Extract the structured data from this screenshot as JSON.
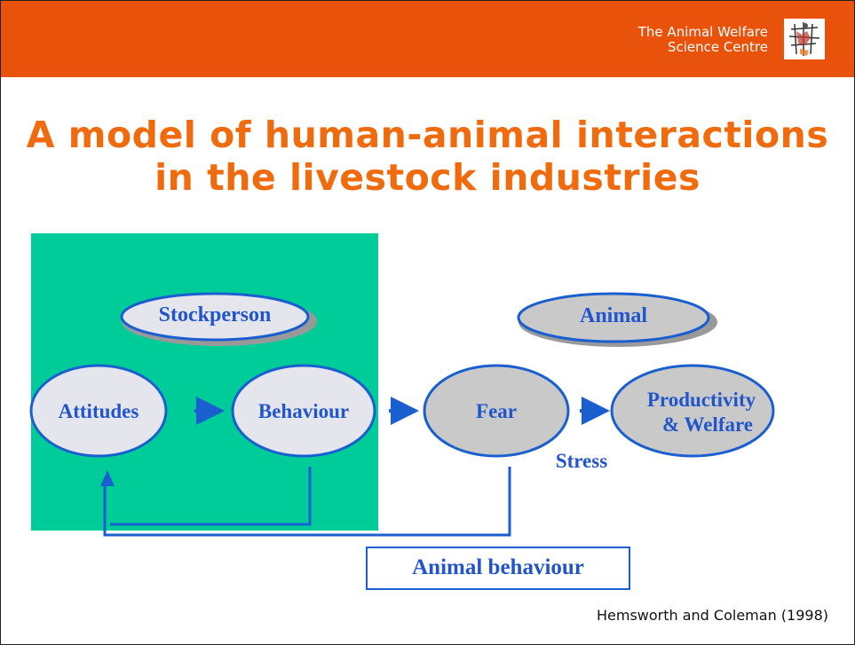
{
  "header": {
    "org_line1": "The Animal Welfare",
    "org_line2": "Science Centre",
    "color": "#e8520a"
  },
  "title": {
    "line1": "A model of human-animal interactions",
    "line2": "in the livestock industries",
    "color": "#f06a0e"
  },
  "diagram": {
    "stockperson": "Stockperson",
    "animal": "Animal",
    "attitudes": "Attitudes",
    "behaviour": "Behaviour",
    "fear": "Fear",
    "productivity_line1": "Productivity",
    "productivity_line2": "& Welfare",
    "stress": "Stress",
    "animal_behaviour": "Animal behaviour",
    "label_color": "#2255cc",
    "panel_color": "#00cc99"
  },
  "citation": "Hemsworth and Coleman (1998)"
}
